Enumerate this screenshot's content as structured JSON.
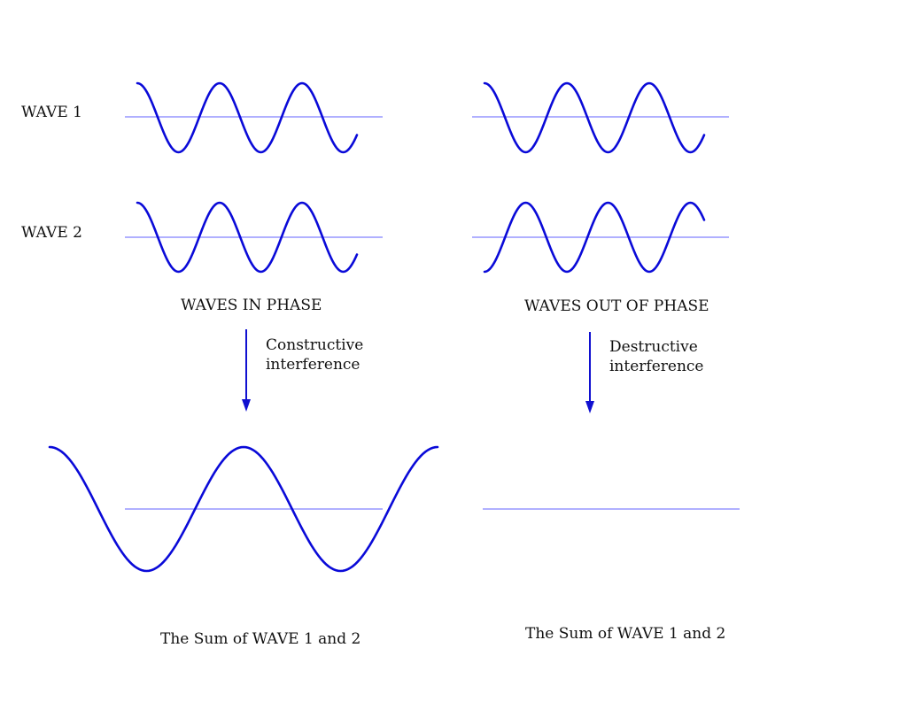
{
  "row_labels": {
    "wave1": "WAVE 1",
    "wave2": "WAVE 2"
  },
  "in_phase": {
    "title": "WAVES IN PHASE",
    "interference_line1": "Constructive",
    "interference_line2": "interference",
    "sum_caption": "The Sum of WAVE 1 and 2"
  },
  "out_of_phase": {
    "title": "WAVES OUT OF PHASE",
    "interference_line1": "Destructive",
    "interference_line2": "interference",
    "sum_caption": "The Sum of WAVE 1 and 2"
  },
  "colors": {
    "wave": "#0a0ad8",
    "axis": "#8080ff",
    "arrow": "#1010d0"
  }
}
